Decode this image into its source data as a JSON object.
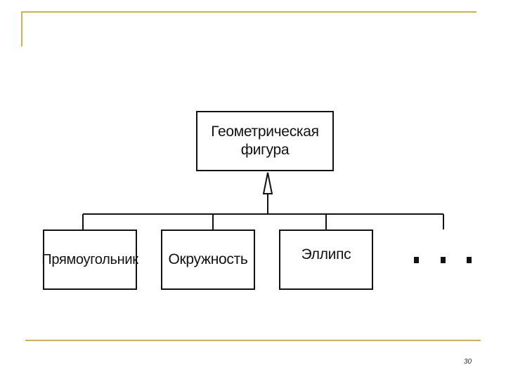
{
  "diagram": {
    "root": {
      "label": "Геометрическая фигура"
    },
    "children": [
      {
        "label": "Прямоугольник"
      },
      {
        "label": "Окружность"
      },
      {
        "label": "Эллипс"
      }
    ],
    "ellipsis": ". . ."
  },
  "page_number": "30",
  "colors": {
    "frame": "#d4b04a",
    "lines": "#111111"
  }
}
